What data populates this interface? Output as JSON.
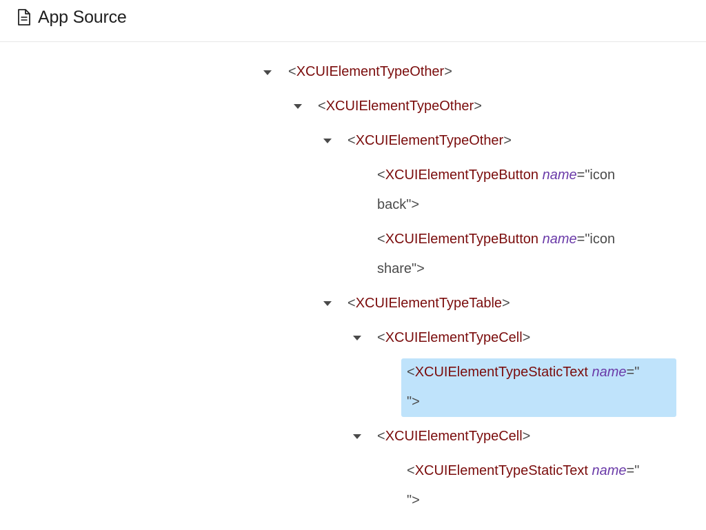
{
  "header": {
    "title": "App Source",
    "icon": "document-icon"
  },
  "tree": {
    "n0": {
      "tag": "XCUIElementTypeOther"
    },
    "n1": {
      "tag": "XCUIElementTypeOther"
    },
    "n2": {
      "tag": "XCUIElementTypeOther"
    },
    "n3": {
      "tag": "XCUIElementTypeButton",
      "attr_name": "name",
      "line1": "\"icon",
      "line2": "back\">"
    },
    "n4": {
      "tag": "XCUIElementTypeButton",
      "attr_name": "name",
      "line1": "\"icon",
      "line2": "share\">"
    },
    "n5": {
      "tag": "XCUIElementTypeTable"
    },
    "n6": {
      "tag": "XCUIElementTypeCell"
    },
    "n7": {
      "tag": "XCUIElementTypeStaticText",
      "attr_name": "name",
      "line1": "\"",
      "line2": "\">"
    },
    "n8": {
      "tag": "XCUIElementTypeCell"
    },
    "n9": {
      "tag": "XCUIElementTypeStaticText",
      "attr_name": "name",
      "line1": "\"",
      "line2": "\">"
    }
  },
  "colors": {
    "tag": "#7a0c0c",
    "attribute": "#6a3aa8",
    "selection": "#bfe3fb"
  }
}
